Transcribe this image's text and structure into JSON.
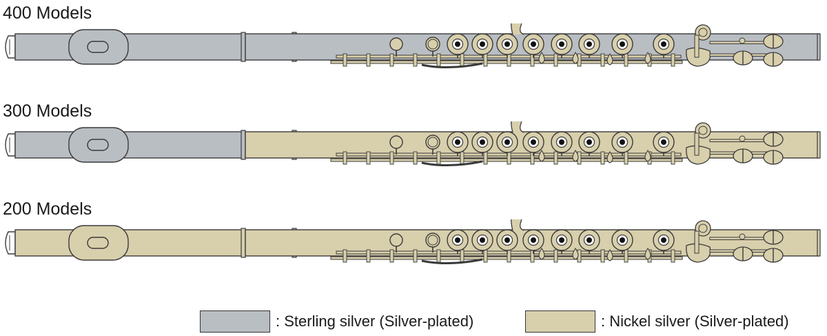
{
  "models": [
    {
      "title": "400 Models",
      "headjoint": "sterling",
      "body": "sterling",
      "keys": "nickel"
    },
    {
      "title": "300 Models",
      "headjoint": "sterling",
      "body": "nickel",
      "keys": "nickel"
    },
    {
      "title": "200 Models",
      "headjoint": "nickel",
      "body": "nickel",
      "keys": "nickel"
    }
  ],
  "legend": {
    "sterling": {
      "label": ": Sterling silver (Silver-plated)",
      "color": "#b9bec3"
    },
    "nickel": {
      "label": ": Nickel silver (Silver-plated)",
      "color": "#d8cfac"
    }
  }
}
